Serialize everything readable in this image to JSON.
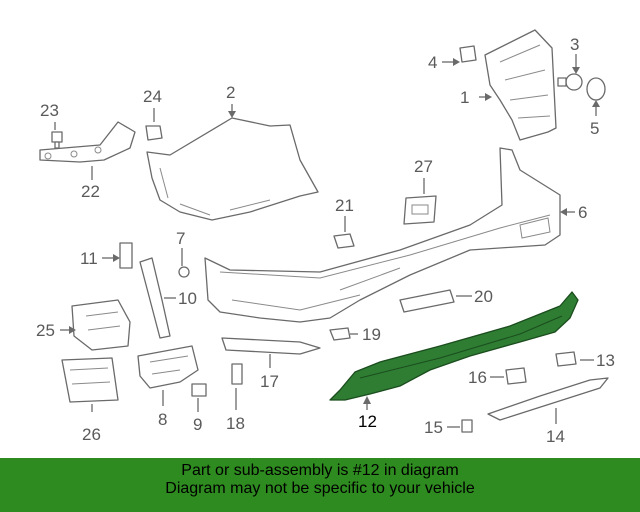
{
  "diagram": {
    "highlight_color": "#2e7d32",
    "callouts": {
      "c1": "1",
      "c2": "2",
      "c3": "3",
      "c4": "4",
      "c5": "5",
      "c6": "6",
      "c7": "7",
      "c8": "8",
      "c9": "9",
      "c10": "10",
      "c11": "11",
      "c12": "12",
      "c13": "13",
      "c14": "14",
      "c15": "15",
      "c16": "16",
      "c17": "17",
      "c18": "18",
      "c19": "19",
      "c20": "20",
      "c21": "21",
      "c22": "22",
      "c23": "23",
      "c24": "24",
      "c25": "25",
      "c26": "26",
      "c27": "27"
    }
  },
  "banner": {
    "line1": "Part or sub-assembly is #12 in diagram",
    "line2": "Diagram may not be specific to your vehicle",
    "color": "#2e8b1f"
  }
}
